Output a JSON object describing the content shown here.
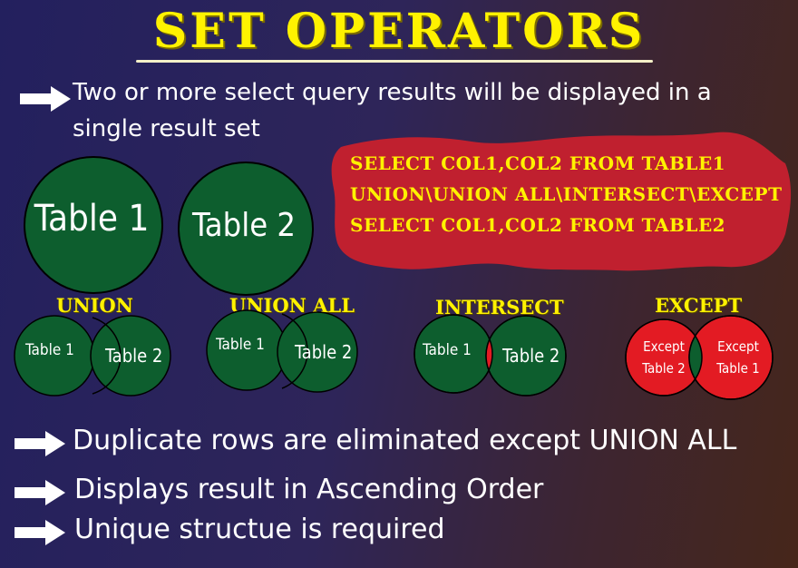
{
  "title": "SET OPERATORS",
  "intro": "Two or more select query results will be displayed in a single result set",
  "tables": {
    "table1": "Table 1",
    "table2": "Table 2"
  },
  "sql_lines": [
    "SELECT COL1,COL2 FROM TABLE1",
    "UNION\\UNION ALL\\INTERSECT\\EXCEPT",
    "SELECT COL1,COL2 FROM TABLE2"
  ],
  "operators": [
    {
      "name": "UNION",
      "left": "Table 1",
      "right": "Table 2"
    },
    {
      "name": "UNION ALL",
      "left": "Table 1",
      "right": "Table 2"
    },
    {
      "name": "INTERSECT",
      "left": "Table 1",
      "right": "Table 2"
    },
    {
      "name": "EXCEPT",
      "left": "Except Table 2",
      "right": "Except Table 1"
    }
  ],
  "bullets": [
    "Duplicate rows are eliminated except UNION ALL",
    "Displays result in Ascending Order",
    "Unique structue is required"
  ],
  "colors": {
    "title": "#fff200",
    "circle_green": "#0d5e2e",
    "highlight_red": "#e31b23",
    "blob_red": "#c0202f"
  },
  "icons": [
    "arrow-right-icon"
  ]
}
